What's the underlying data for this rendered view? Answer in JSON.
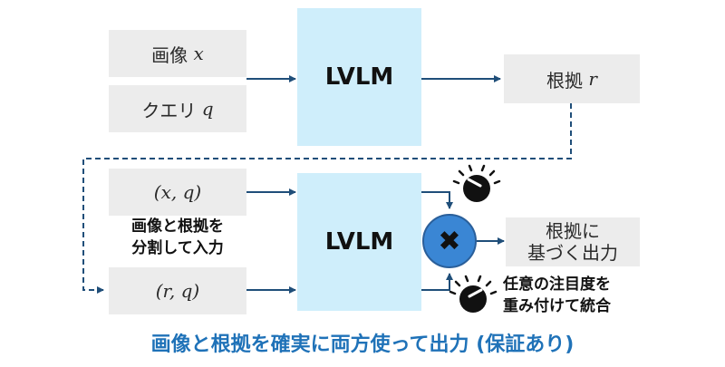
{
  "top": {
    "image_input": {
      "label": "画像",
      "var": "x"
    },
    "query_input": {
      "label": "クエリ",
      "var": "q"
    },
    "model": "LVLM",
    "rationale_output": {
      "label": "根拠",
      "var": "r"
    }
  },
  "bottom": {
    "input_xq": "(x, q)",
    "input_rq": "(r, q)",
    "split_note": [
      "画像と根拠を",
      "分割して入力"
    ],
    "model": "LVLM",
    "combine_symbol": "✖",
    "output": [
      "根拠に",
      "基づく出力"
    ],
    "weight_note": [
      "任意の注目度を",
      "重み付けて統合"
    ]
  },
  "caption": "画像と根拠を確実に両方使って出力 (保証あり)",
  "colors": {
    "arrow": "#1f4e79",
    "model_fill": "#cfeefb",
    "input_fill": "#ececec",
    "combine_fill": "#3a86d4",
    "caption": "#1f72b8"
  },
  "icons": [
    "knob-icon",
    "multiply-icon"
  ]
}
